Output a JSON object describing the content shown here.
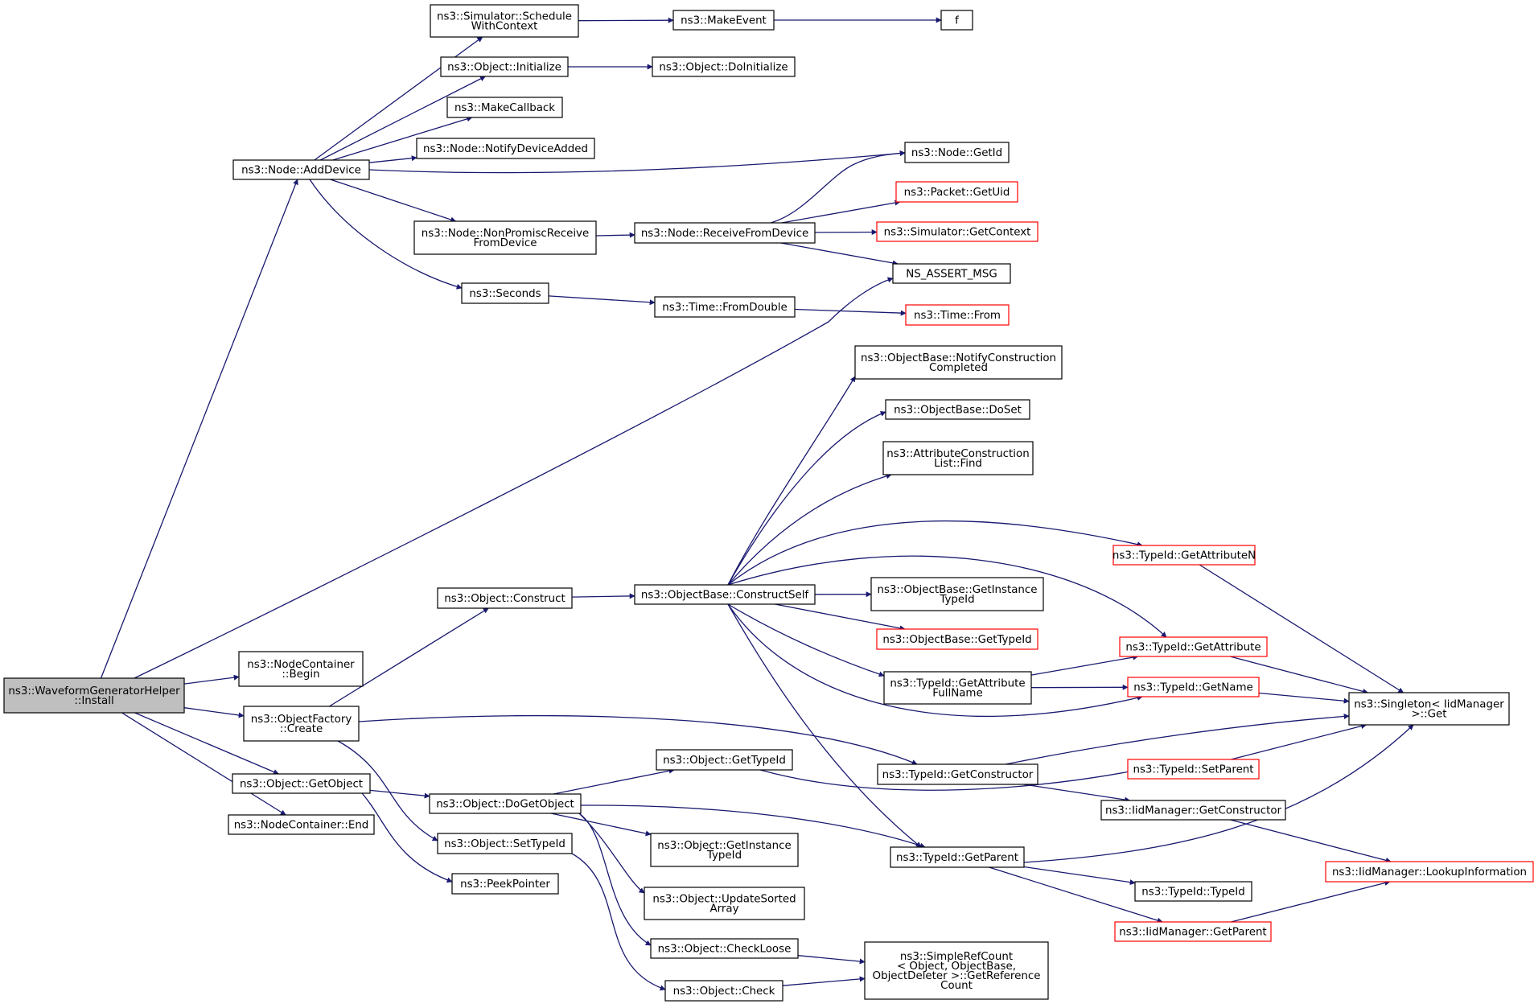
{
  "colors": {
    "edge": "#191970",
    "node_border": "#000000",
    "truncated_border": "#ff0000",
    "root_fill": "#bfbfbf"
  },
  "nodes": {
    "wgh_install": {
      "lines": [
        "ns3::WaveformGeneratorHelper",
        "::Install"
      ],
      "root": true
    },
    "node_adddevice": {
      "lines": [
        "ns3::Node::AddDevice"
      ]
    },
    "nodecontainer_begin": {
      "lines": [
        "ns3::NodeContainer",
        "::Begin"
      ]
    },
    "objectfactory_create": {
      "lines": [
        "ns3::ObjectFactory",
        "::Create"
      ]
    },
    "object_getobject": {
      "lines": [
        "ns3::Object::GetObject"
      ]
    },
    "nodecontainer_end": {
      "lines": [
        "ns3::NodeContainer::End"
      ]
    },
    "simulator_schedulewithcontext": {
      "lines": [
        "ns3::Simulator::Schedule",
        "WithContext"
      ]
    },
    "object_initialize": {
      "lines": [
        "ns3::Object::Initialize"
      ]
    },
    "makecallback": {
      "lines": [
        "ns3::MakeCallback"
      ]
    },
    "node_notifydeviceadded": {
      "lines": [
        "ns3::Node::NotifyDeviceAdded"
      ]
    },
    "node_nonpromiscreceivefromdevice": {
      "lines": [
        "ns3::Node::NonPromiscReceive",
        "FromDevice"
      ]
    },
    "seconds": {
      "lines": [
        "ns3::Seconds"
      ]
    },
    "makeevent": {
      "lines": [
        "ns3::MakeEvent"
      ]
    },
    "f": {
      "lines": [
        "f"
      ]
    },
    "object_doinitialize": {
      "lines": [
        "ns3::Object::DoInitialize"
      ]
    },
    "node_getid": {
      "lines": [
        "ns3::Node::GetId"
      ]
    },
    "packet_getuid": {
      "lines": [
        "ns3::Packet::GetUid"
      ],
      "truncated": true
    },
    "node_receivefromdevice": {
      "lines": [
        "ns3::Node::ReceiveFromDevice"
      ]
    },
    "simulator_getcontext": {
      "lines": [
        "ns3::Simulator::GetContext"
      ],
      "truncated": true
    },
    "ns_assert_msg": {
      "lines": [
        "NS_ASSERT_MSG"
      ]
    },
    "time_fromdouble": {
      "lines": [
        "ns3::Time::FromDouble"
      ]
    },
    "time_from": {
      "lines": [
        "ns3::Time::From"
      ],
      "truncated": true
    },
    "object_construct": {
      "lines": [
        "ns3::Object::Construct"
      ]
    },
    "objectbase_constructself": {
      "lines": [
        "ns3::ObjectBase::ConstructSelf"
      ]
    },
    "objectbase_notifyconstructioncompleted": {
      "lines": [
        "ns3::ObjectBase::NotifyConstruction",
        "Completed"
      ]
    },
    "objectbase_doset": {
      "lines": [
        "ns3::ObjectBase::DoSet"
      ]
    },
    "attributeconstructionlist_find": {
      "lines": [
        "ns3::AttributeConstruction",
        "List::Find"
      ]
    },
    "typeid_getattributen": {
      "lines": [
        "ns3::TypeId::GetAttributeN"
      ],
      "truncated": true
    },
    "objectbase_getinstancetypeid": {
      "lines": [
        "ns3::ObjectBase::GetInstance",
        "TypeId"
      ]
    },
    "objectbase_gettypeid": {
      "lines": [
        "ns3::ObjectBase::GetTypeId"
      ],
      "truncated": true
    },
    "typeid_getattribute": {
      "lines": [
        "ns3::TypeId::GetAttribute"
      ],
      "truncated": true
    },
    "typeid_getattributefullname": {
      "lines": [
        "ns3::TypeId::GetAttribute",
        "FullName"
      ]
    },
    "typeid_getname": {
      "lines": [
        "ns3::TypeId::GetName"
      ],
      "truncated": true
    },
    "singleton_iidmanager_get": {
      "lines": [
        "ns3::Singleton< IidManager",
        ">::Get"
      ]
    },
    "object_gettypeid": {
      "lines": [
        "ns3::Object::GetTypeId"
      ]
    },
    "object_dogetobject": {
      "lines": [
        "ns3::Object::DoGetObject"
      ]
    },
    "typeid_getconstructor": {
      "lines": [
        "ns3::TypeId::GetConstructor"
      ]
    },
    "typeid_setparent": {
      "lines": [
        "ns3::TypeId::SetParent"
      ],
      "truncated": true
    },
    "iidmanager_getconstructor": {
      "lines": [
        "ns3::IidManager::GetConstructor"
      ]
    },
    "object_settypeid": {
      "lines": [
        "ns3::Object::SetTypeId"
      ]
    },
    "object_getinstancetypeid": {
      "lines": [
        "ns3::Object::GetInstance",
        "TypeId"
      ]
    },
    "typeid_getparent": {
      "lines": [
        "ns3::TypeId::GetParent"
      ]
    },
    "iidmanager_lookupinformation": {
      "lines": [
        "ns3::IidManager::LookupInformation"
      ],
      "truncated": true
    },
    "peekpointer": {
      "lines": [
        "ns3::PeekPointer"
      ]
    },
    "object_updatesortedarray": {
      "lines": [
        "ns3::Object::UpdateSorted",
        "Array"
      ]
    },
    "typeid_typeid": {
      "lines": [
        "ns3::TypeId::TypeId"
      ]
    },
    "iidmanager_getparent": {
      "lines": [
        "ns3::IidManager::GetParent"
      ],
      "truncated": true
    },
    "object_checkloose": {
      "lines": [
        "ns3::Object::CheckLoose"
      ]
    },
    "simplerefcount_getreferencecount": {
      "lines": [
        "ns3::SimpleRefCount",
        "< Object, ObjectBase,",
        "ObjectDeleter >::GetReference",
        "Count"
      ]
    },
    "object_check": {
      "lines": [
        "ns3::Object::Check"
      ]
    }
  },
  "edges": [
    [
      "wgh_install",
      "node_adddevice"
    ],
    [
      "wgh_install",
      "ns_assert_msg"
    ],
    [
      "wgh_install",
      "nodecontainer_begin"
    ],
    [
      "wgh_install",
      "objectfactory_create"
    ],
    [
      "wgh_install",
      "object_getobject"
    ],
    [
      "wgh_install",
      "nodecontainer_end"
    ],
    [
      "node_adddevice",
      "simulator_schedulewithcontext"
    ],
    [
      "node_adddevice",
      "object_initialize"
    ],
    [
      "node_adddevice",
      "makecallback"
    ],
    [
      "node_adddevice",
      "node_notifydeviceadded"
    ],
    [
      "node_adddevice",
      "node_getid"
    ],
    [
      "node_adddevice",
      "node_nonpromiscreceivefromdevice"
    ],
    [
      "node_adddevice",
      "seconds"
    ],
    [
      "simulator_schedulewithcontext",
      "makeevent"
    ],
    [
      "makeevent",
      "f"
    ],
    [
      "object_initialize",
      "object_doinitialize"
    ],
    [
      "node_nonpromiscreceivefromdevice",
      "node_receivefromdevice"
    ],
    [
      "node_receivefromdevice",
      "node_getid"
    ],
    [
      "node_receivefromdevice",
      "packet_getuid"
    ],
    [
      "node_receivefromdevice",
      "simulator_getcontext"
    ],
    [
      "node_receivefromdevice",
      "ns_assert_msg"
    ],
    [
      "seconds",
      "time_fromdouble"
    ],
    [
      "time_fromdouble",
      "time_from"
    ],
    [
      "objectfactory_create",
      "object_construct"
    ],
    [
      "objectfactory_create",
      "typeid_getconstructor"
    ],
    [
      "objectfactory_create",
      "object_settypeid"
    ],
    [
      "object_construct",
      "objectbase_constructself"
    ],
    [
      "objectbase_constructself",
      "objectbase_notifyconstructioncompleted"
    ],
    [
      "objectbase_constructself",
      "objectbase_doset"
    ],
    [
      "objectbase_constructself",
      "attributeconstructionlist_find"
    ],
    [
      "objectbase_constructself",
      "typeid_getattributen"
    ],
    [
      "objectbase_constructself",
      "typeid_getattribute"
    ],
    [
      "objectbase_constructself",
      "objectbase_getinstancetypeid"
    ],
    [
      "objectbase_constructself",
      "objectbase_gettypeid"
    ],
    [
      "objectbase_constructself",
      "typeid_getattributefullname"
    ],
    [
      "objectbase_constructself",
      "typeid_getname"
    ],
    [
      "objectbase_constructself",
      "typeid_getparent"
    ],
    [
      "typeid_getattributefullname",
      "typeid_getattribute"
    ],
    [
      "typeid_getattributefullname",
      "typeid_getname"
    ],
    [
      "typeid_getattributen",
      "singleton_iidmanager_get"
    ],
    [
      "typeid_getattribute",
      "singleton_iidmanager_get"
    ],
    [
      "typeid_getname",
      "singleton_iidmanager_get"
    ],
    [
      "typeid_getconstructor",
      "singleton_iidmanager_get"
    ],
    [
      "typeid_getconstructor",
      "iidmanager_getconstructor"
    ],
    [
      "typeid_setparent",
      "singleton_iidmanager_get"
    ],
    [
      "typeid_getparent",
      "singleton_iidmanager_get"
    ],
    [
      "typeid_getparent",
      "typeid_typeid"
    ],
    [
      "typeid_getparent",
      "iidmanager_getparent"
    ],
    [
      "iidmanager_getconstructor",
      "iidmanager_lookupinformation"
    ],
    [
      "iidmanager_getparent",
      "iidmanager_lookupinformation"
    ],
    [
      "object_getobject",
      "object_dogetobject"
    ],
    [
      "object_getobject",
      "peekpointer"
    ],
    [
      "object_dogetobject",
      "object_gettypeid"
    ],
    [
      "object_dogetobject",
      "typeid_getparent"
    ],
    [
      "object_dogetobject",
      "object_getinstancetypeid"
    ],
    [
      "object_dogetobject",
      "object_updatesortedarray"
    ],
    [
      "object_dogetobject",
      "object_checkloose"
    ],
    [
      "object_gettypeid",
      "typeid_setparent"
    ],
    [
      "object_settypeid",
      "object_check"
    ],
    [
      "object_checkloose",
      "simplerefcount_getreferencecount"
    ],
    [
      "object_check",
      "simplerefcount_getreferencecount"
    ]
  ]
}
